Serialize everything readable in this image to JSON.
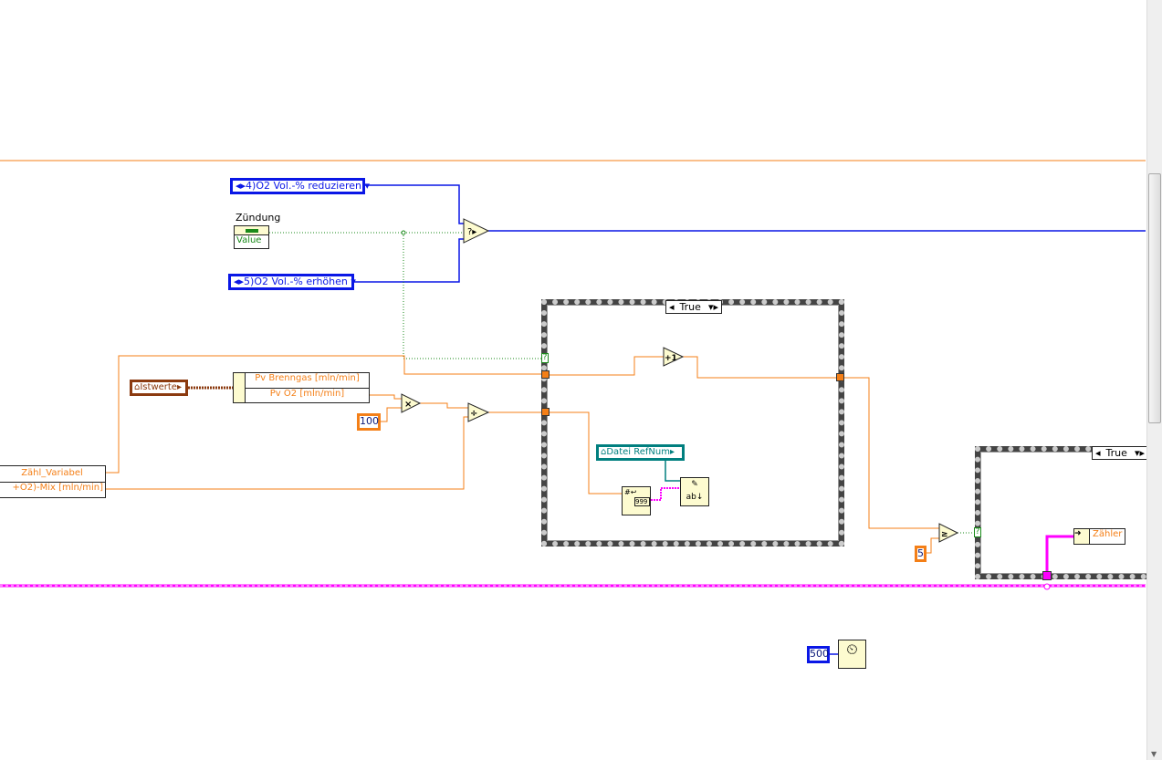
{
  "diagram": {
    "enum_reduce": "4)O2 Vol.-% reduzieren",
    "enum_increase": "5)O2 Vol.-% erhöhen",
    "zuendung_label": "Zündung",
    "zuendung_property": "Value",
    "istwerte_local": "Istwerte",
    "unbundle_fields": [
      "Pv Brenngas [mln/min]",
      "Pv O2 [mln/min]"
    ],
    "const_100": "100",
    "counter_cluster_fields": [
      "Zähl_Variabel",
      "+O2)-Mix  [mln/min]"
    ],
    "case1_selector": "True",
    "case2_selector": "True",
    "datei_refnum": "Datei RefNum",
    "const_5": "5",
    "zaehler_indicator": "Zähler",
    "wait_ms_const": "500",
    "number_format_glyph": "999"
  },
  "colors": {
    "numeric_wire": "#f47f17",
    "enum_wire": "#0a17e6",
    "boolean_wire": "#1a8a1a",
    "string_wire": "#ff00ff",
    "refnum_wire": "#007f7f",
    "cluster_wire": "#8b3a0f"
  },
  "icons": [
    "select-icon",
    "multiply-icon",
    "divide-icon",
    "increment-icon",
    "greater-equal-icon",
    "number-to-string-icon",
    "write-text-file-icon",
    "wait-ms-icon"
  ]
}
